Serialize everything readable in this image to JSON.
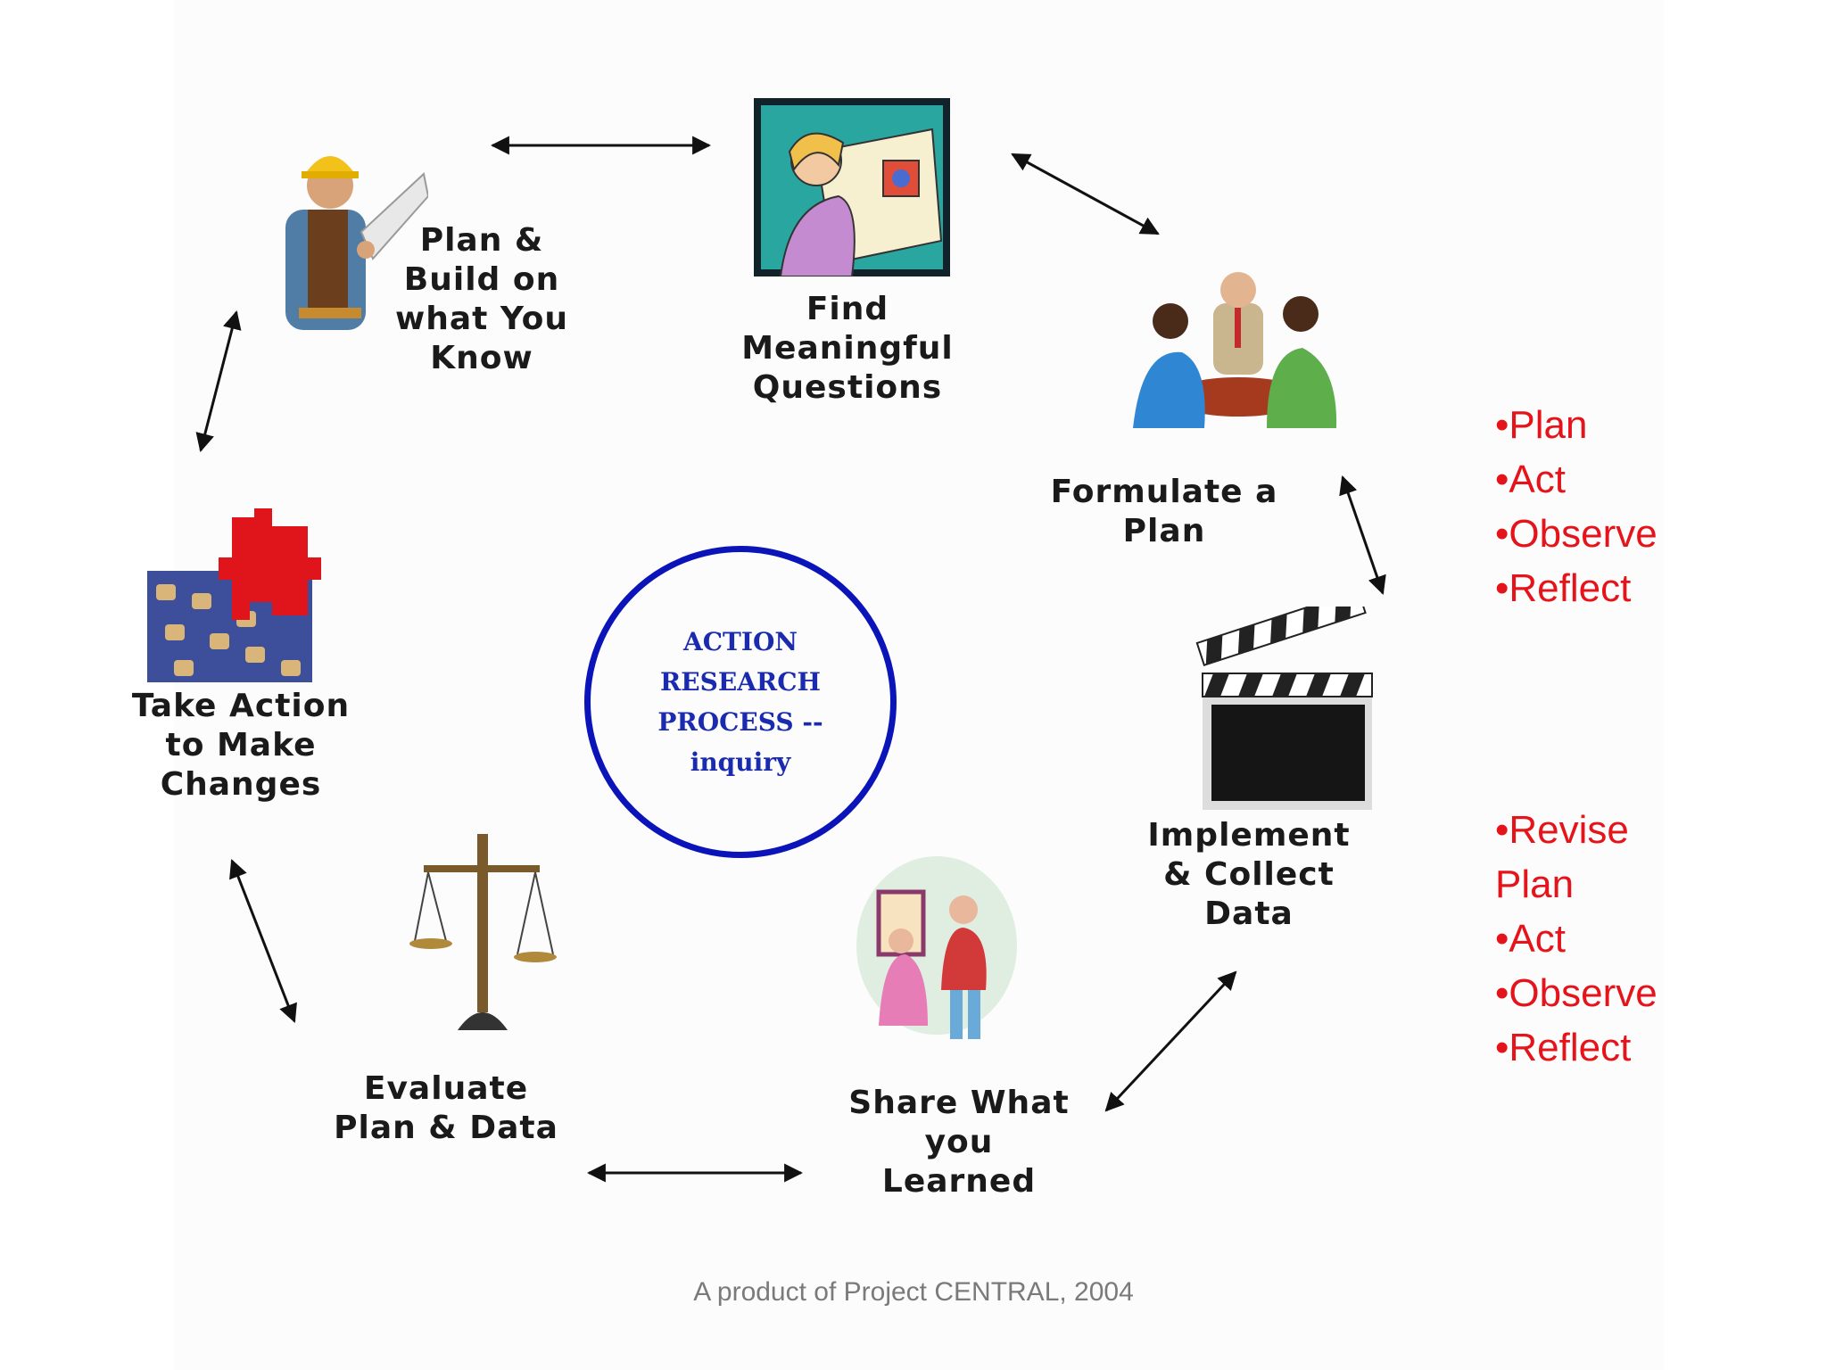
{
  "diagram": {
    "center": "ACTION\nRESEARCH\nPROCESS --\ninquiry",
    "nodes": {
      "plan_build": "Plan &\nBuild on\nwhat You\nKnow",
      "find_questions": "Find\nMeaningful\nQuestions",
      "formulate": "Formulate a\nPlan",
      "implement": "Implement\n& Collect\nData",
      "share": "Share What\nyou\nLearned",
      "evaluate": "Evaluate\nPlan & Data",
      "take_action": "Take Action\nto Make\nChanges"
    }
  },
  "bullets_top": [
    "•Plan",
    "•Act",
    "•Observe",
    "•Reflect"
  ],
  "bullets_bottom": [
    "•Revise",
    "Plan",
    "•Act",
    "•Observe",
    "•Reflect"
  ],
  "footer": "A product of Project CENTRAL, 2004",
  "colors": {
    "bullet_red": "#e5141b",
    "circle_blue": "#0a14b8"
  }
}
